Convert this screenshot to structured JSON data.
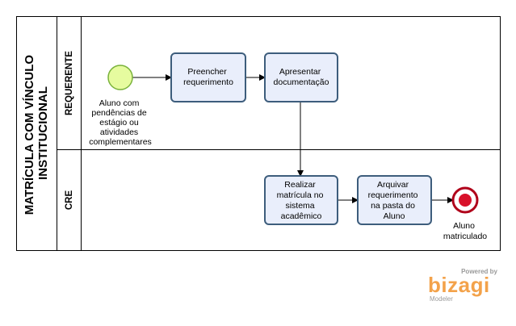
{
  "pool": {
    "title_line1": "MATRÍCULA COM VÍNCULO",
    "title_line2": "INSTITUCIONAL"
  },
  "lanes": [
    {
      "label": "REQUERENTE"
    },
    {
      "label": "CRE"
    }
  ],
  "start_event": {
    "label": [
      "Aluno com",
      "pendências de",
      "estágio ou",
      "atividades",
      "complementares"
    ]
  },
  "tasks": [
    {
      "lines": [
        "Preencher",
        "requerimento"
      ]
    },
    {
      "lines": [
        "Apresentar",
        "documentação"
      ]
    },
    {
      "lines": [
        "Realizar",
        "matrícula no",
        "sistema",
        "acadêmico"
      ]
    },
    {
      "lines": [
        "Arquivar",
        "requerimento",
        "na pasta do",
        "Aluno"
      ]
    }
  ],
  "end_event": {
    "label": [
      "Aluno",
      "matriculado"
    ]
  },
  "logo": {
    "powered": "Powered by",
    "brand": "bizagi",
    "sub": "Modeler"
  },
  "colors": {
    "task_fill": "#e9eefb",
    "task_stroke": "#3d5d7c",
    "start_fill": "#e6fb9f",
    "start_stroke": "#79b23a",
    "end_fill": "#d8112a",
    "end_stroke": "#b0001a",
    "logo": "#f3a24a"
  }
}
